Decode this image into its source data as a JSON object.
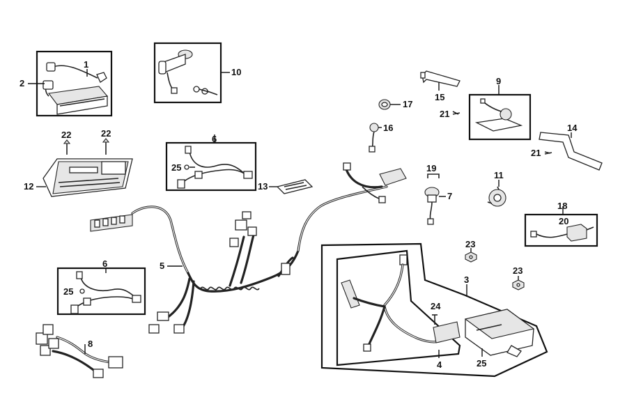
{
  "callouts": {
    "c1": "1",
    "c2": "2",
    "c3": "3",
    "c4": "4",
    "c5": "5",
    "c6a": "6",
    "c6b": "6",
    "c7": "7",
    "c8": "8",
    "c9": "9",
    "c10": "10",
    "c11": "11",
    "c12": "12",
    "c13": "13",
    "c14": "14",
    "c15": "15",
    "c16": "16",
    "c17": "17",
    "c18": "18",
    "c19": "19",
    "c20": "20",
    "c21a": "21",
    "c21b": "21",
    "c22a": "22",
    "c22b": "22",
    "c23a": "23",
    "c23b": "23",
    "c24": "24",
    "c25a": "25",
    "c25b": "25",
    "c25c": "25"
  },
  "colors": {
    "line": "#111111",
    "background": "#ffffff",
    "fill": "#e6e6e6"
  }
}
